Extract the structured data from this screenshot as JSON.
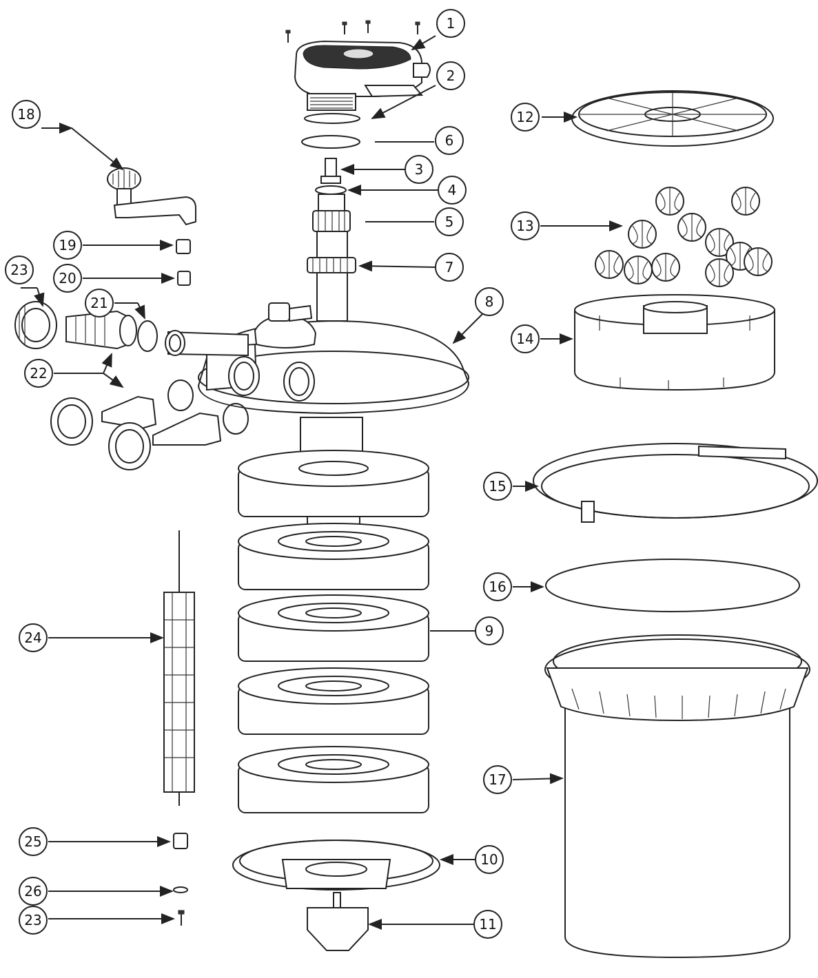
{
  "labels": {
    "p1": "1",
    "p2": "2",
    "p3": "3",
    "p4": "4",
    "p5": "5",
    "p6": "6",
    "p7": "7",
    "p8": "8",
    "p9": "9",
    "p10": "10",
    "p11": "11",
    "p12": "12",
    "p13": "13",
    "p14": "14",
    "p15": "15",
    "p16": "16",
    "p17": "17",
    "p18": "18",
    "p19": "19",
    "p20": "20",
    "p21": "21",
    "p22": "22",
    "p23a": "23",
    "p23b": "23",
    "p24": "24",
    "p25": "25",
    "p26": "26"
  }
}
